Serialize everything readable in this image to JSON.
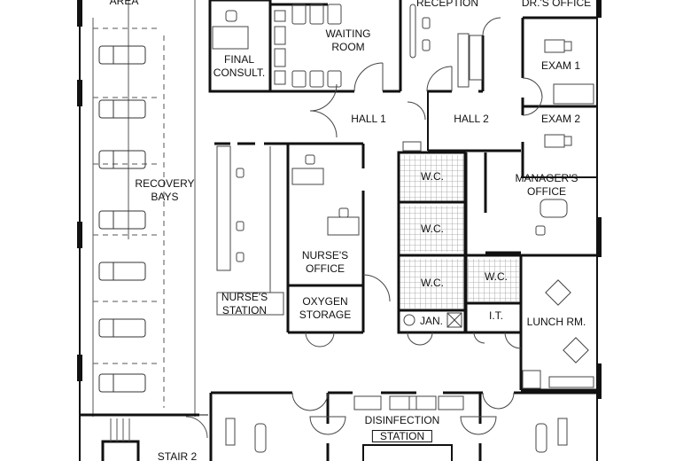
{
  "title": "Clinic Floor Plan",
  "colors": {
    "wall": "#111111",
    "thin": "#555555",
    "tile": "#bdbdbd",
    "background": "#ffffff"
  },
  "rooms": {
    "area": "AREA",
    "reception": "RECEPTION",
    "drs_office": "DR.'S OFFICE",
    "final_consult_1": "FINAL",
    "final_consult_2": "CONSULT.",
    "waiting_1": "WAITING",
    "waiting_2": "ROOM",
    "exam1": "EXAM 1",
    "exam2": "EXAM 2",
    "hall1": "HALL 1",
    "hall2": "HALL 2",
    "recovery_1": "RECOVERY",
    "recovery_2": "BAYS",
    "wc1": "W.C.",
    "wc2": "W.C.",
    "wc3": "W.C.",
    "wc4": "W.C.",
    "manager_1": "MANAGER'S",
    "manager_2": "OFFICE",
    "nurse_office_1": "NURSE'S",
    "nurse_office_2": "OFFICE",
    "nurse_station_1": "NURSE'S",
    "nurse_station_2": "STATION",
    "oxygen_1": "OXYGEN",
    "oxygen_2": "STORAGE",
    "jan": "JAN.",
    "it": "I.T.",
    "lunch": "LUNCH RM.",
    "disinfection_1": "DISINFECTION",
    "disinfection_2": "STATION",
    "stair2": "STAIR 2"
  }
}
